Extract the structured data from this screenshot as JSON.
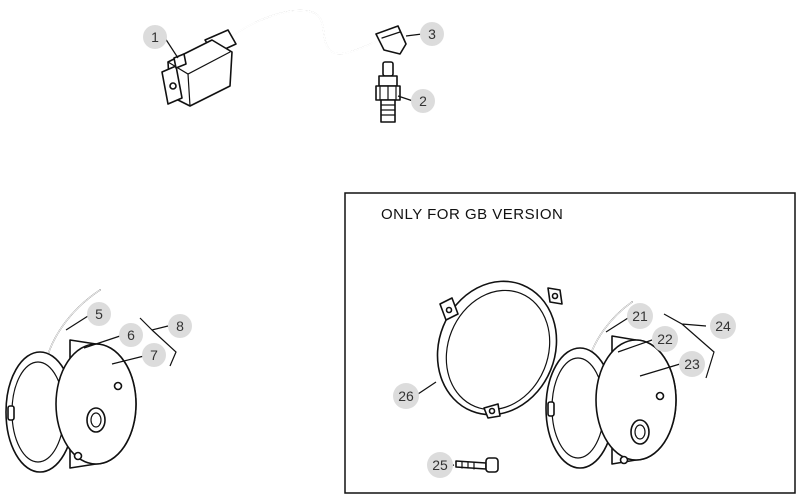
{
  "notes": {
    "gb_box_title": "ONLY FOR GB VERSION"
  },
  "callouts": [
    "1",
    "2",
    "3",
    "5",
    "6",
    "7",
    "8",
    "21",
    "22",
    "23",
    "24",
    "25",
    "26"
  ],
  "colors": {
    "line": "#111111",
    "callout_fill": "#dcdcdc",
    "callout_text": "#333333"
  }
}
